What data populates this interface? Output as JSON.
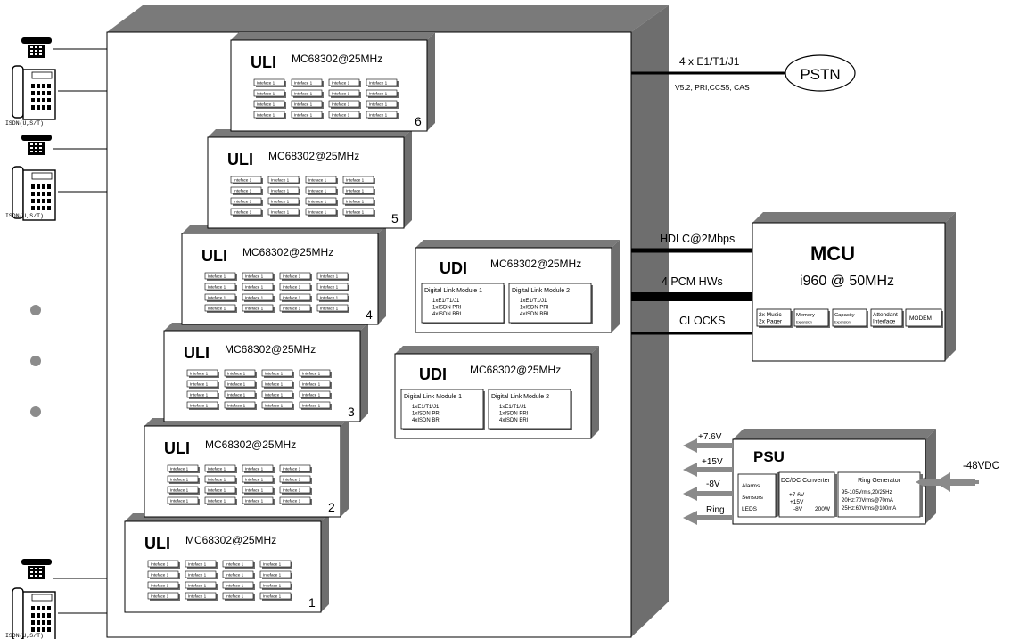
{
  "uli_label": "ULI",
  "udi_label": "UDI",
  "processor": "MC68302@25MHz",
  "interface_cell": "Inteface 1",
  "uli_numbers": [
    "1",
    "2",
    "3",
    "4",
    "5",
    "6"
  ],
  "dlm1": {
    "title": "Digital Link Module 1",
    "lines": [
      "1xE1/T1/J1",
      "1xISDN PRI",
      "4xISDN BRI"
    ]
  },
  "dlm2": {
    "title": "Digital Link Module 2",
    "lines": [
      "1xE1/T1/J1",
      "1xISDN PRI",
      "4xISDN BRI"
    ]
  },
  "pstn": {
    "label": "PSTN",
    "link": "4 x E1/T1/J1",
    "protocols": "V5.2, PRI,CCS5, CAS"
  },
  "isdn_label": "ISDN(U,S/T)",
  "mcu": {
    "title": "MCU",
    "cpu": "i960 @ 50MHz",
    "links": [
      "HDLC@2Mbps",
      "4 PCM HWs",
      "CLOCKS"
    ],
    "modules": [
      {
        "line1": "2x Music",
        "line2": "2x Pager"
      },
      {
        "line1": "Memory",
        "line2": "Expansion"
      },
      {
        "line1": "Capacity",
        "line2": "Expansion"
      },
      {
        "line1": "Attendant",
        "line2": "Interface"
      },
      {
        "line1": "MODEM",
        "line2": ""
      }
    ]
  },
  "psu": {
    "title": "PSU",
    "input": "-48VDC",
    "outputs": [
      "+7.6V",
      "+15V",
      "-8V",
      "Ring"
    ],
    "alarms": [
      "Alarms",
      "Sensors",
      "LEDS"
    ],
    "dcdc": {
      "title": "DC/DC Converter",
      "voltages": [
        "+7.6V",
        "+15V",
        "-8V"
      ],
      "power": "200W"
    },
    "ring_generator": {
      "title": "Ring Generator",
      "lines": [
        "95-105Vrms,20/25Hz",
        "20Hz:70Vrms@70mA",
        "25Hz:60Vrms@100mA"
      ]
    }
  },
  "colors": {
    "chassis_top": "#7a7a7a",
    "chassis_side": "#6e6e6e",
    "module_shadow": "#6e6e6e",
    "dot": "#8c8c8c"
  }
}
